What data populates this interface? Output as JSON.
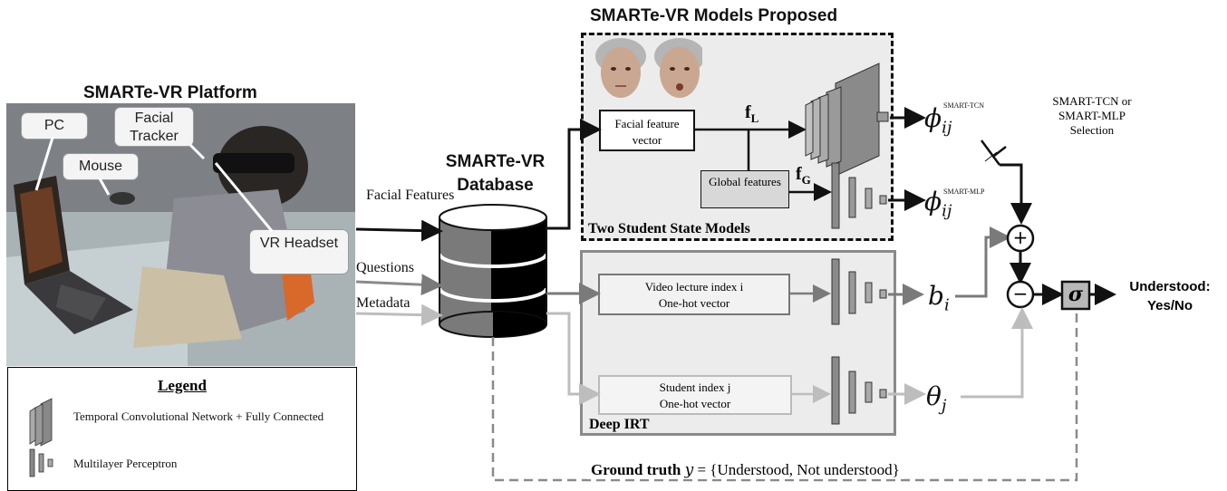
{
  "platform": {
    "title": "SMARTe-VR Platform",
    "callouts": {
      "pc": "PC",
      "facial_tracker": "Facial Tracker",
      "mouse": "Mouse",
      "vr_headset": "VR Headset"
    }
  },
  "legend": {
    "title": "Legend",
    "tcn_label": "Temporal Convolutional Network + Fully Connected",
    "mlp_label": "Multilayer Perceptron"
  },
  "database": {
    "title": "SMARTe-VR Database",
    "inputs": [
      "Facial Features",
      "Questions",
      "Metadata"
    ]
  },
  "models": {
    "title": "SMARTe-VR  Models Proposed",
    "facial_vector_label": "Facial feature vector",
    "global_features_label": "Global features",
    "fL": "f",
    "fL_sub": "L",
    "fG": "f",
    "fG_sub": "G",
    "section_label": "Two Student State Models",
    "phi_symbol": "ϕ",
    "phi_sub": "ij",
    "phi_tcn_sup": "SMART-TCN",
    "phi_mlp_sup": "SMART-MLP"
  },
  "selection_label": "SMART-TCN or SMART-MLP Selection",
  "irt": {
    "section_label": "Deep IRT",
    "video_box_line1": "Video lecture  index i",
    "video_box_line2": "One-hot vector",
    "student_box_line1": "Student index j",
    "student_box_line2": "One-hot vector",
    "b_symbol": "b",
    "b_sub": "i",
    "theta_symbol": "θ",
    "theta_sub": "j"
  },
  "ops": {
    "plus": "+",
    "minus": "−",
    "sigma": "σ"
  },
  "output_label": "Understood: Yes/No",
  "ground_truth": {
    "prefix": "Ground truth",
    "var": "y",
    "eq": "= {Understood, Not understood}"
  }
}
